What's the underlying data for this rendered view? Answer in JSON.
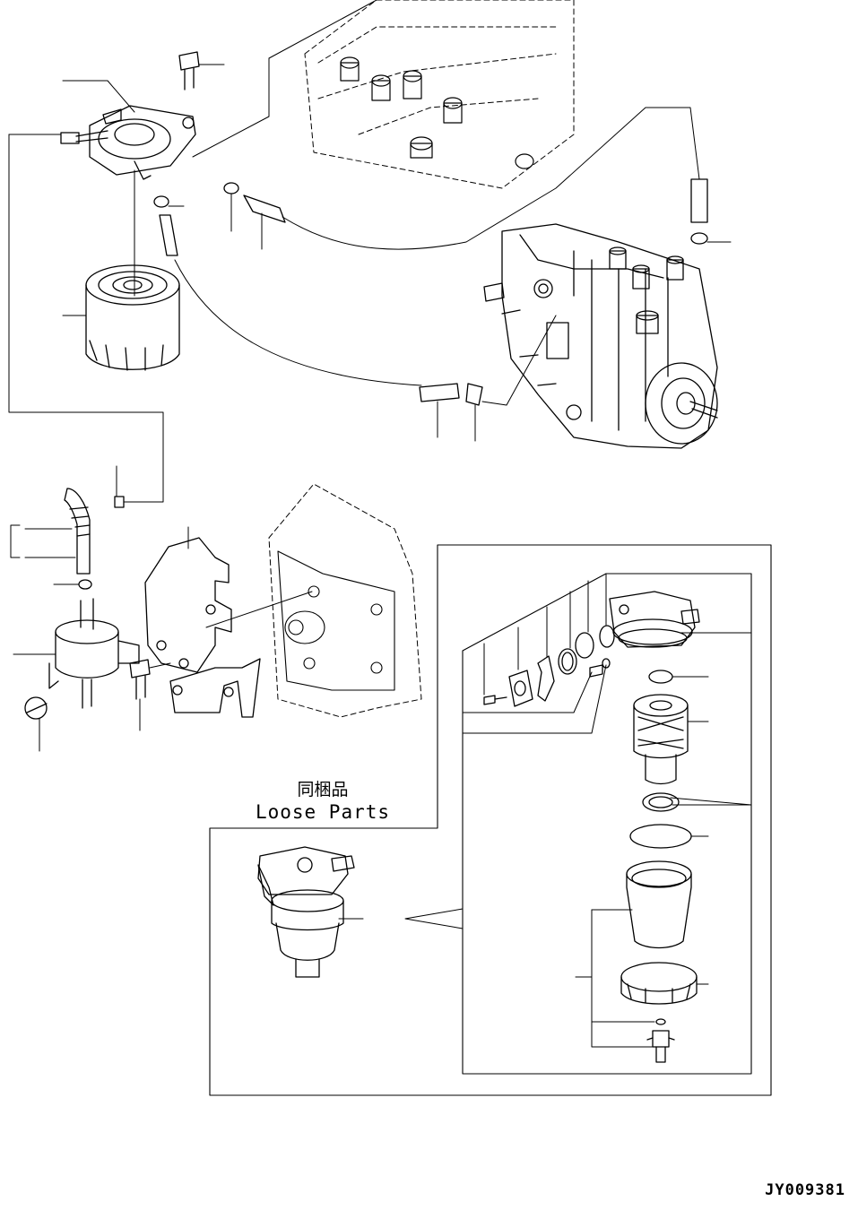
{
  "labels": {
    "loose_parts_jp": "同梱品",
    "loose_parts_en": "Loose Parts",
    "drawing_code": "JY009381"
  }
}
